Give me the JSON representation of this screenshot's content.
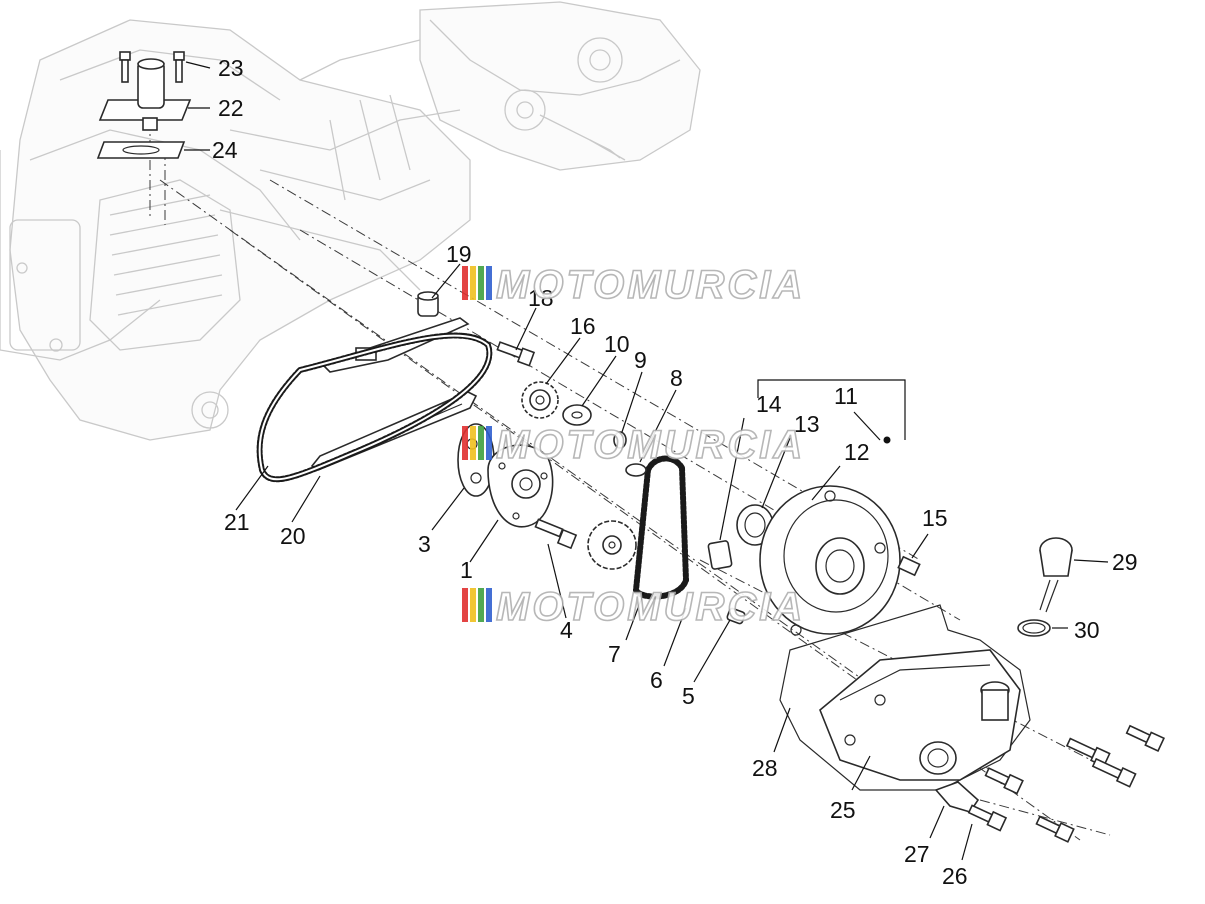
{
  "diagram": {
    "callouts": {
      "c1": "1",
      "c3": "3",
      "c4": "4",
      "c5": "5",
      "c6": "6",
      "c7": "7",
      "c8": "8",
      "c9": "9",
      "c10": "10",
      "c11": "11",
      "c12": "12",
      "c13": "13",
      "c14": "14",
      "c15": "15",
      "c16": "16",
      "c18": "18",
      "c19": "19",
      "c20": "20",
      "c21": "21",
      "c22": "22",
      "c23": "23",
      "c24": "24",
      "c25": "25",
      "c26": "26",
      "c27": "27",
      "c28": "28",
      "c29": "29",
      "c30": "30"
    },
    "watermark": "MOTOMURCIA",
    "watermark_colors": [
      "#e03030",
      "#f0c020",
      "#40a040",
      "#3060d0"
    ],
    "line_color": "#2a2a2a",
    "ghost_color": "#c9c9c9"
  }
}
